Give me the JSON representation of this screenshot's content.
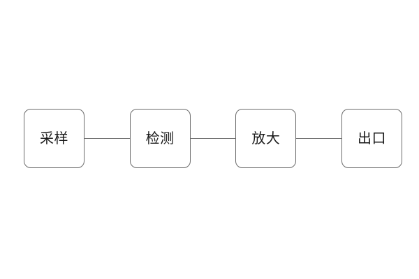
{
  "diagram": {
    "type": "flowchart",
    "orientation": "horizontal",
    "background_color": "#ffffff",
    "node_border_color": "#6b6b6b",
    "node_fill_color": "#ffffff",
    "connector_color": "#6b6b6b",
    "text_color": "#1a1a1a",
    "nodes": [
      {
        "id": "node-1",
        "label": "采样"
      },
      {
        "id": "node-2",
        "label": "检测"
      },
      {
        "id": "node-3",
        "label": "放大"
      },
      {
        "id": "node-4",
        "label": "出口"
      }
    ],
    "connectors": [
      {
        "id": "connector-1",
        "from": "node-1",
        "to": "node-2",
        "style": "line",
        "arrowhead": "none"
      },
      {
        "id": "connector-2",
        "from": "node-2",
        "to": "node-3",
        "style": "line",
        "arrowhead": "none"
      },
      {
        "id": "connector-3",
        "from": "node-3",
        "to": "node-4",
        "style": "line",
        "arrowhead": "none"
      }
    ]
  }
}
